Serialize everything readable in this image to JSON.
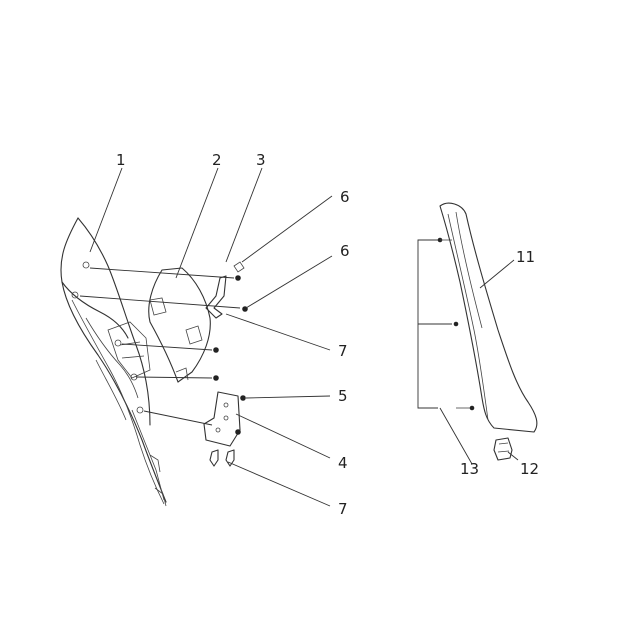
{
  "diagram": {
    "callouts": [
      {
        "id": "c1",
        "label": "1"
      },
      {
        "id": "c2",
        "label": "2"
      },
      {
        "id": "c3",
        "label": "3"
      },
      {
        "id": "c6a",
        "label": "6"
      },
      {
        "id": "c6b",
        "label": "6"
      },
      {
        "id": "c7a",
        "label": "7"
      },
      {
        "id": "c5",
        "label": "5"
      },
      {
        "id": "c4",
        "label": "4"
      },
      {
        "id": "c7b",
        "label": "7"
      },
      {
        "id": "c11",
        "label": "11"
      },
      {
        "id": "c12",
        "label": "12"
      },
      {
        "id": "c13",
        "label": "13"
      }
    ]
  }
}
